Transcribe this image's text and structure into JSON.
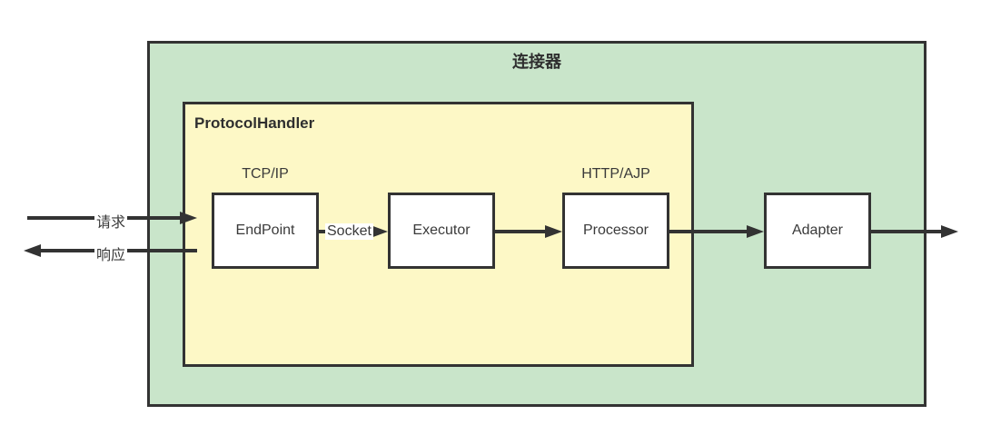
{
  "diagram": {
    "title": "连接器",
    "protocol_handler": {
      "label": "ProtocolHandler"
    },
    "nodes": [
      {
        "id": "endpoint",
        "label": "EndPoint",
        "protocol": "TCP/IP"
      },
      {
        "id": "executor",
        "label": "Executor",
        "protocol": ""
      },
      {
        "id": "processor",
        "label": "Processor",
        "protocol": "HTTP/AJP"
      },
      {
        "id": "adapter",
        "label": "Adapter",
        "protocol": ""
      }
    ],
    "edges": {
      "request_label": "请求",
      "response_label": "响应",
      "socket_label": "Socket"
    },
    "colors": {
      "connector_bg": "#c9e5ca",
      "protocol_handler_bg": "#fdf8c6",
      "node_bg": "#ffffff",
      "border_and_lines": "#333333",
      "text": "#3a3a3a"
    }
  }
}
